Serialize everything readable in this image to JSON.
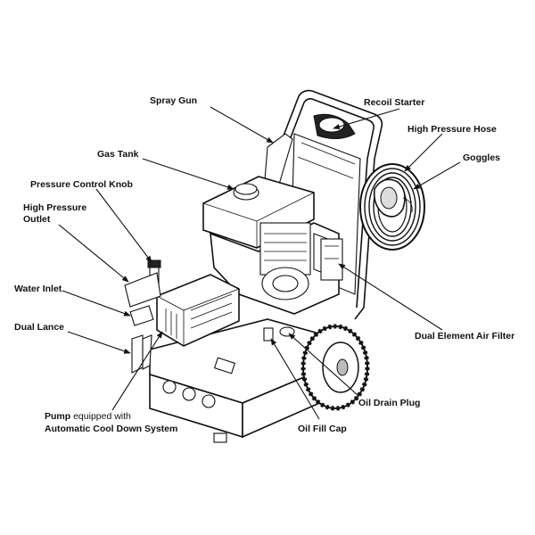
{
  "labels": {
    "spray_gun": "Spray Gun",
    "recoil_starter": "Recoil Starter",
    "high_pressure_hose": "High Pressure Hose",
    "goggles": "Goggles",
    "gas_tank": "Gas Tank",
    "pressure_control_knob": "Pressure Control Knob",
    "high_pressure_outlet_line1": "High Pressure",
    "high_pressure_outlet_line2": "Outlet",
    "water_inlet": "Water Inlet",
    "dual_lance": "Dual Lance",
    "dual_element_air_filter": "Dual Element Air Filter",
    "oil_drain_plug": "Oil Drain Plug",
    "oil_fill_cap": "Oil Fill Cap",
    "pump_line1_bold": "Pump",
    "pump_line1_rest": " equipped with",
    "pump_line2": "Automatic Cool Down System"
  }
}
